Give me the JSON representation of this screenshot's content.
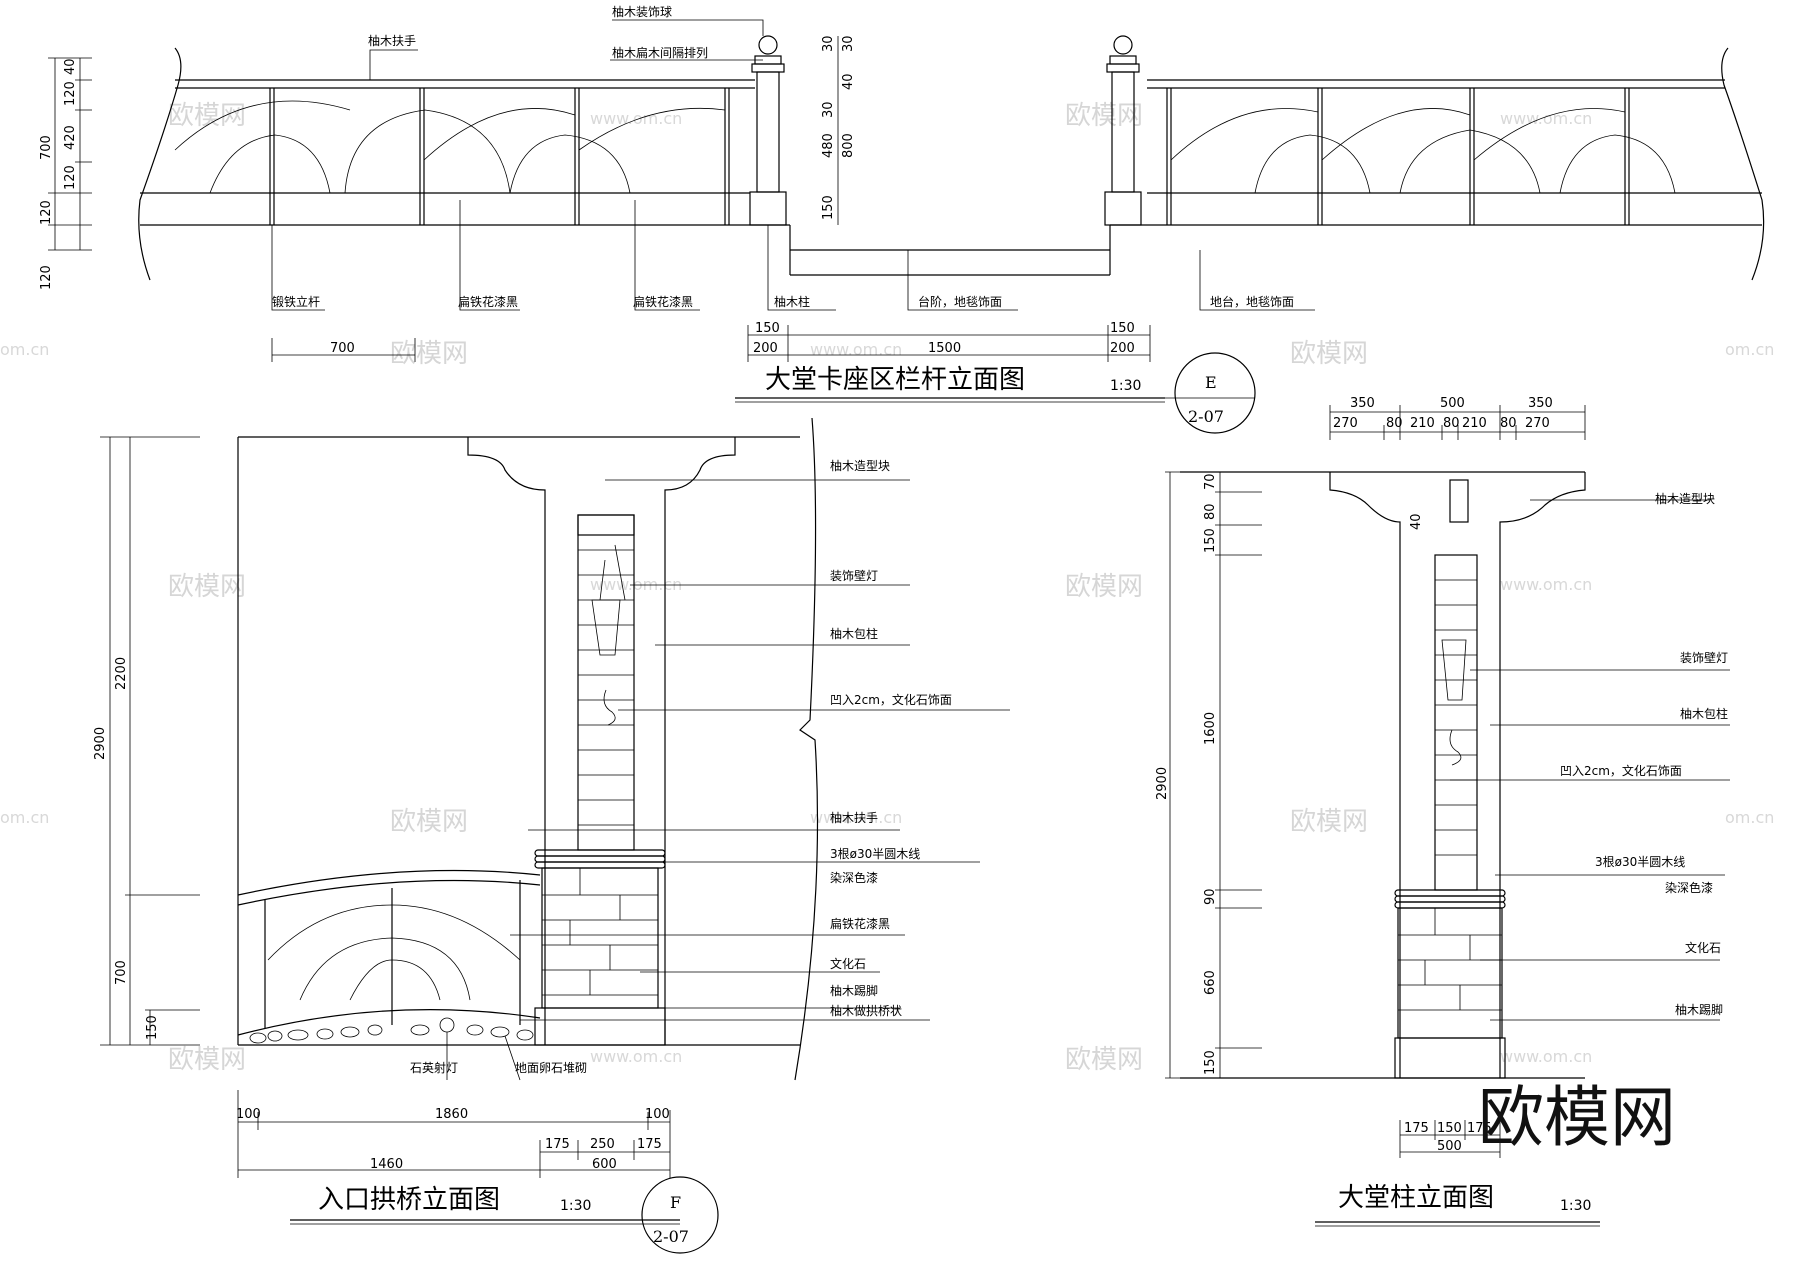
{
  "drawing_e": {
    "title": "大堂卡座区栏杆立面图",
    "scale": "1:30",
    "symbol_letter": "E",
    "symbol_ref": "2-07",
    "labels": [
      "柚木装饰球",
      "柚木扶手",
      "柚木扁木间隔排列",
      "锻铁立杆",
      "扁铁花漆黑",
      "扁铁花漆黑",
      "柚木柱",
      "台阶，地毯饰面",
      "地台，地毯饰面"
    ],
    "left_dims": [
      "40",
      "120",
      "420",
      "120",
      "700",
      "120",
      "120"
    ],
    "post_dims": [
      "30",
      "30",
      "40",
      "30",
      "480",
      "800",
      "150"
    ],
    "bottom_dims": [
      "700",
      "150",
      "200",
      "1500",
      "150",
      "200"
    ]
  },
  "drawing_f": {
    "title": "入口拱桥立面图",
    "scale": "1:30",
    "symbol_letter": "F",
    "symbol_ref": "2-07",
    "labels": [
      "柚木造型块",
      "装饰壁灯",
      "柚木包柱",
      "凹入2cm，文化石饰面",
      "柚木扶手",
      "3根ø30半圆木线",
      "染深色漆",
      "扁铁花漆黑",
      "文化石",
      "柚木踢脚",
      "柚木做拱桥状",
      "石英射灯",
      "地面卵石堆砌"
    ],
    "left_dims": [
      "2900",
      "2200",
      "700",
      "150"
    ],
    "bottom_dims": [
      "100",
      "1860",
      "100",
      "175",
      "250",
      "175",
      "1460",
      "600"
    ]
  },
  "drawing_g": {
    "title": "大堂柱立面图",
    "scale": "1:30",
    "labels": [
      "柚木造型块",
      "装饰壁灯",
      "柚木包柱",
      "凹入2cm，文化石饰面",
      "3根ø30半圆木线",
      "染深色漆",
      "文化石",
      "柚木踢脚"
    ],
    "top_dims": [
      "350",
      "500",
      "350",
      "270",
      "80",
      "210",
      "80",
      "210",
      "80",
      "270"
    ],
    "left_dims": [
      "2900",
      "70",
      "80",
      "150",
      "1600",
      "90",
      "660",
      "150",
      "40"
    ],
    "bottom_dims": [
      "175",
      "150",
      "175",
      "500"
    ]
  },
  "watermark": {
    "text": "欧模网",
    "url": "www.om.cn",
    "url_short": "om.cn",
    "brand": "欧模网"
  }
}
